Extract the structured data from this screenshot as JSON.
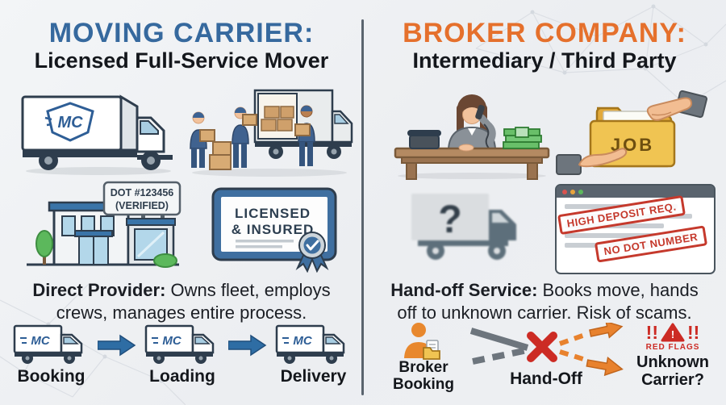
{
  "left": {
    "title": "MOVING CARRIER:",
    "title_color": "#36699e",
    "subtitle": "Licensed Full-Service Mover",
    "truck_logo": "MC",
    "sign_line1": "DOT #123456",
    "sign_line2": "(VERIFIED)",
    "certificate_line1": "LICENSED",
    "certificate_line2": "& INSURED",
    "description_bold": "Direct Provider:",
    "description_rest": " Owns fleet, employs crews, manages entire process.",
    "flow_labels": [
      "Booking",
      "Loading",
      "Delivery"
    ]
  },
  "right": {
    "title": "BROKER COMPANY:",
    "title_color": "#e5702c",
    "subtitle": "Intermediary / Third Party",
    "folder_label": "JOB",
    "truck_question": "?",
    "stamp1": "HIGH DEPOSIT REQ.",
    "stamp2": "NO DOT NUMBER",
    "description_bold": "Hand-off Service:",
    "description_rest": " Books move, hands off to unknown carrier. Risk of scams.",
    "flow": {
      "step1": "Broker Booking",
      "step2": "Hand-Off",
      "step3": "Unknown Carrier?",
      "bangs_left": "!!",
      "bangs_right": "!!",
      "red_flags": "RED FLAGS",
      "triangle_mark": "!"
    }
  },
  "colors": {
    "carrier_blue": "#36699e",
    "broker_orange": "#e5702c",
    "alert_red": "#c5392c",
    "arrow_blue": "#2e6da4",
    "arrow_orange": "#e8822e"
  }
}
